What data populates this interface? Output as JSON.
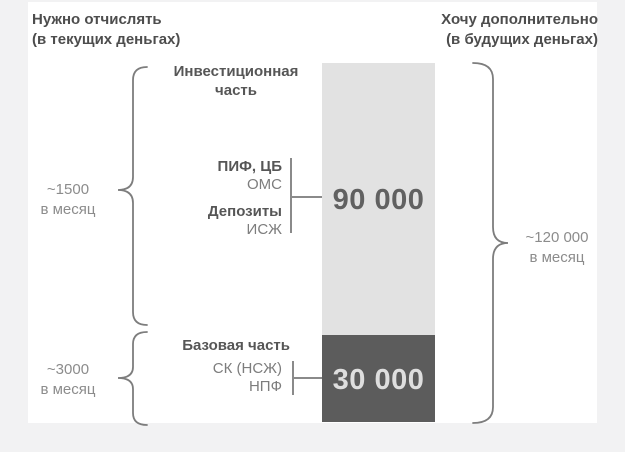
{
  "colors": {
    "page_bg": "#f2f2f3",
    "panel_bg": "#ffffff",
    "bar_investment": "#e2e2e2",
    "bar_base": "#5c5c5c",
    "heading_text": "#4d4d4d",
    "label_bold_text": "#565656",
    "label_regular_text": "#7d7d7d",
    "annotation_text": "#8c8c8c",
    "value_investment_text": "#616161",
    "value_base_text": "#dedede",
    "brace_stroke": "#7d7d7d"
  },
  "header_left": {
    "line1": "Нужно отчислять",
    "line2": "(в текущих деньгах)"
  },
  "header_right": {
    "line1": "Хочу дополнительно",
    "line2": "(в будущих деньгах)"
  },
  "left_annotations": {
    "investment": {
      "amount": "~1500",
      "period": "в месяц"
    },
    "base": {
      "amount": "~3000",
      "period": "в месяц"
    }
  },
  "right_annotation": {
    "amount": "~120 000",
    "period": "в месяц"
  },
  "sections": {
    "investment": {
      "title_line1": "Инвестиционная",
      "title_line2": "часть",
      "instruments": [
        {
          "label": "ПИФ, ЦБ",
          "bold": true
        },
        {
          "label": "ОМС",
          "bold": false
        },
        {
          "label": "Депозиты",
          "bold": true
        },
        {
          "label": "ИСЖ",
          "bold": false
        }
      ],
      "value": "90 000"
    },
    "base": {
      "title": "Базовая часть",
      "instruments": [
        {
          "label": "СК (НСЖ)",
          "bold": false
        },
        {
          "label": "НПФ",
          "bold": false
        }
      ],
      "value": "30 000"
    }
  },
  "chart_data": {
    "type": "bar",
    "stacked": true,
    "title": "",
    "categories": [
      "Инвестиционная часть",
      "Базовая часть"
    ],
    "values": [
      90000,
      30000
    ],
    "value_labels": [
      "90 000",
      "30 000"
    ],
    "segment_colors": [
      "#e2e2e2",
      "#5c5c5c"
    ],
    "annotations": {
      "contribution_investment_per_month": "~1500 в месяц",
      "contribution_base_per_month": "~3000 в месяц",
      "total_goal_per_month": "~120 000 в месяц"
    },
    "legend_position": "none",
    "grid": false
  }
}
